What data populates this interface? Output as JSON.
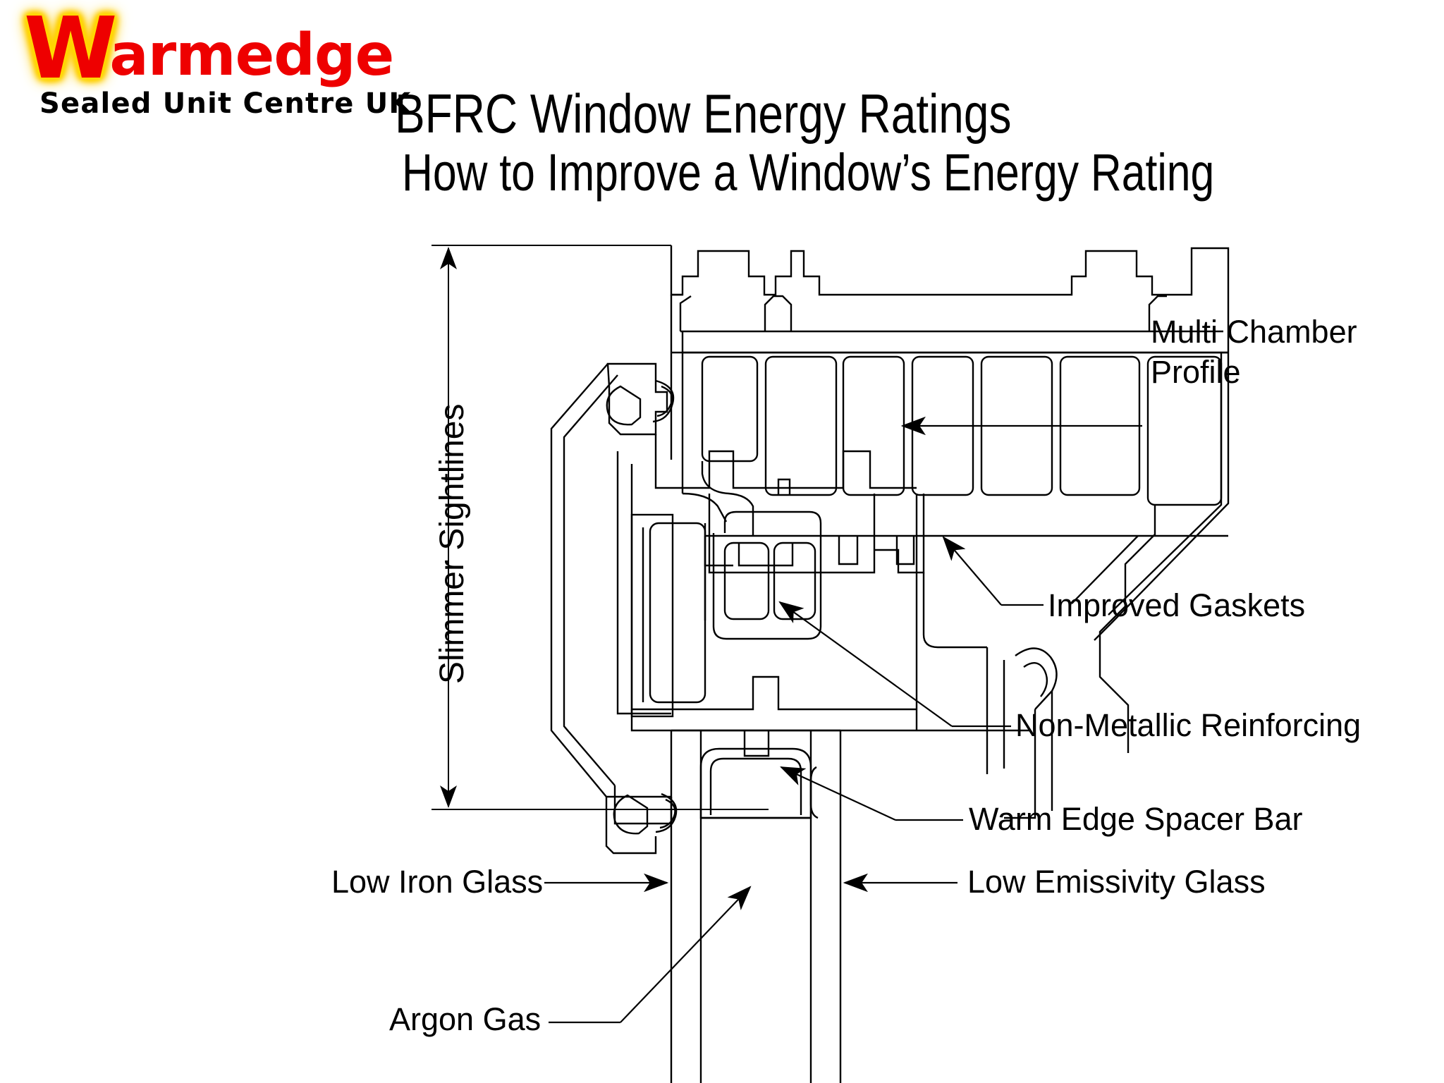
{
  "brand": {
    "logo_initial": "W",
    "logo_rest": "armedge",
    "logo_full": "Warmedge",
    "tagline": "Sealed Unit Centre UK",
    "logo_color": "#ee0000",
    "logo_glow_color": "#ffd000",
    "tagline_color": "#000000"
  },
  "header": {
    "title": "BFRC Window Energy Ratings",
    "subtitle": "How to Improve a Window’s Energy Rating"
  },
  "diagram": {
    "type": "technical-cross-section",
    "description": "uPVC window frame and sash cross-section with sealed double glazing unit",
    "line_color": "#000000",
    "background_color": "#ffffff",
    "dimension": {
      "label": "Slimmer Sightlines",
      "orientation": "vertical",
      "style": "double-arrow"
    },
    "callouts": [
      {
        "id": "multi-chamber",
        "label_line1": "Multi Chamber",
        "label_line2": "Profile",
        "label": "Multi Chamber Profile",
        "side": "right"
      },
      {
        "id": "gaskets",
        "label": "Improved Gaskets",
        "side": "right"
      },
      {
        "id": "reinforcing",
        "label": "Non-Metallic Reinforcing",
        "side": "right"
      },
      {
        "id": "spacer-bar",
        "label": "Warm Edge Spacer Bar",
        "side": "right"
      },
      {
        "id": "low-iron-glass",
        "label": "Low Iron Glass",
        "side": "left"
      },
      {
        "id": "low-e-glass",
        "label": "Low Emissivity Glass",
        "side": "right"
      },
      {
        "id": "argon-gas",
        "label": "Argon Gas",
        "side": "left"
      }
    ]
  }
}
